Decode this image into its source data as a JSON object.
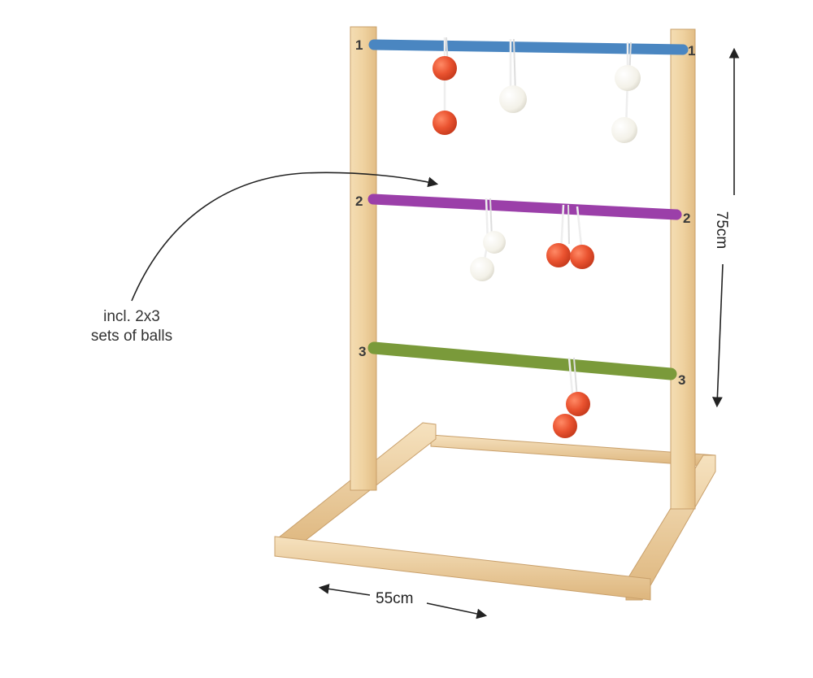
{
  "annotation": {
    "line1": "incl. 2x3",
    "line2": "sets of balls"
  },
  "dimensions": {
    "width": "55cm",
    "height": "75cm"
  },
  "rungs": [
    {
      "label": "1",
      "color": "#4a86c1"
    },
    {
      "label": "2",
      "color": "#9b3fa9"
    },
    {
      "label": "3",
      "color": "#7a9a3a"
    }
  ],
  "colors": {
    "wood": "#efd3a4",
    "wood_dark": "#d9b57f",
    "ball_orange": "#ea5330",
    "ball_white": "#f7f6f0"
  }
}
